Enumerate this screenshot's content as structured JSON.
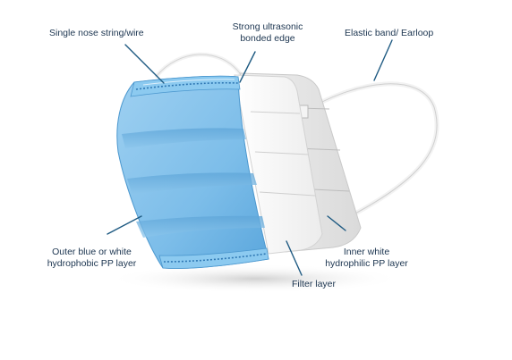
{
  "labels": {
    "nose_string": "Single nose string/wire",
    "bonded_edge_line1": "Strong ultrasonic",
    "bonded_edge_line2": "bonded edge",
    "elastic_band": "Elastic band/ Earloop",
    "outer_layer_line1": "Outer blue or white",
    "outer_layer_line2": "hydrophobic PP layer",
    "filter_layer": "Filter layer",
    "inner_layer_line1": "Inner white",
    "inner_layer_line2": "hydrophilic PP layer"
  },
  "colors": {
    "outer_layer": "#7fc0ea",
    "outer_layer_dark": "#4f9fd5",
    "filter_layer": "#f6f6f6",
    "inner_layer": "#e6e6e6",
    "leader_line": "#1e5a82",
    "label_text": "#1c3550"
  }
}
